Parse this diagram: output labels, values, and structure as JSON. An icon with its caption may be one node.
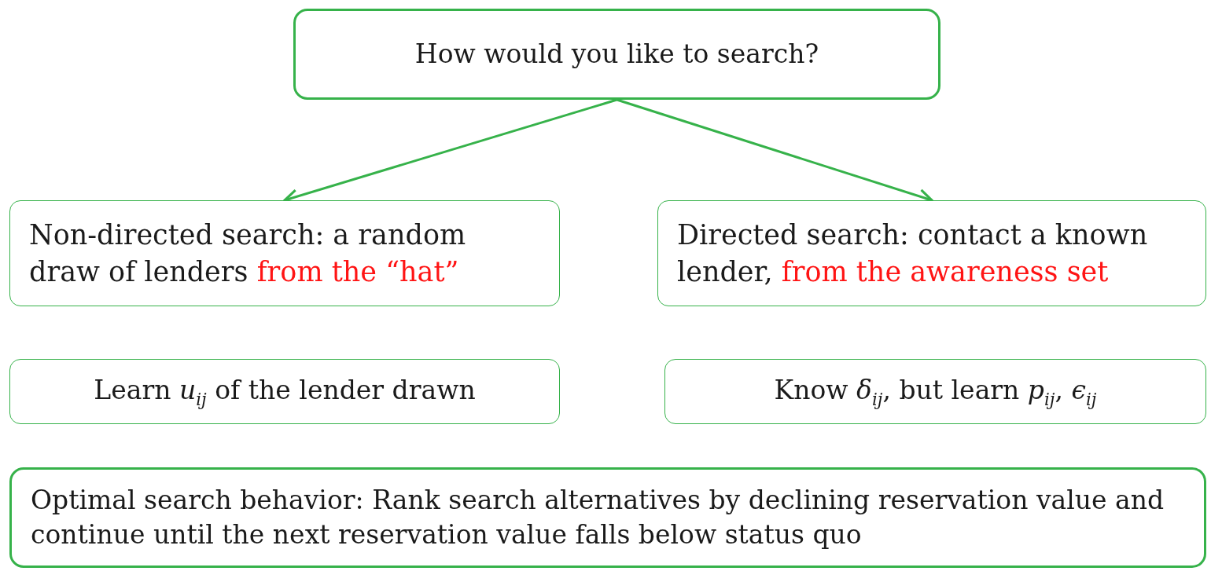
{
  "diagram": {
    "nodes": [
      {
        "text": [
          "How would you like to search?"
        ]
      },
      {
        "text": [
          "Non-directed search: a random draw of lenders **from the “hat”**"
        ]
      },
      {
        "text": [
          "Directed search: contact a known lender, **from the awareness set**"
        ]
      },
      {
        "text": [
          "Learn *u*$_{ij}$ of the lender drawn"
        ]
      },
      {
        "text": [
          "Know *δ*$_{ij}$, but learn *p*$_{ij}$, *ϵ*$_{ij}$"
        ]
      },
      {
        "text": [
          "Optimal search behavior: Rank search alternatives by declining reservation value and continue until the next reservation value falls below status quo"
        ]
      }
    ],
    "edges": [
      {
        "from": 0,
        "to": 1,
        "arrow": "to"
      },
      {
        "from": 0,
        "to": 2,
        "arrow": "to"
      }
    ]
  }
}
